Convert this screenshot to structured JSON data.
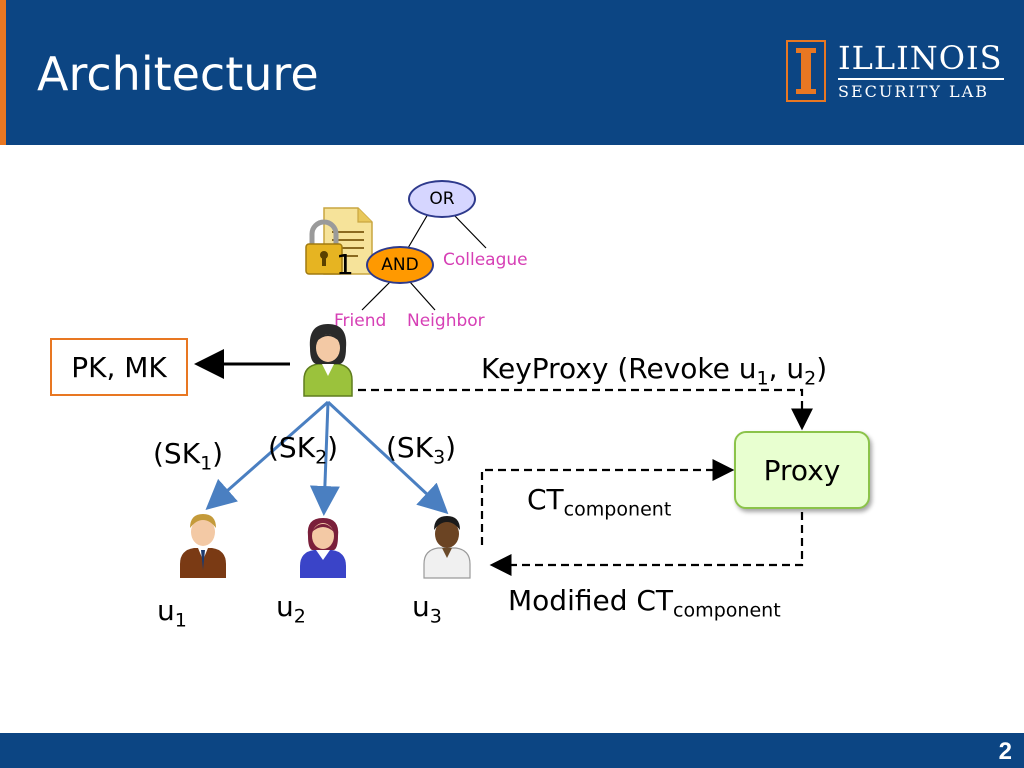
{
  "slide": {
    "title": "Architecture",
    "page_number": "2",
    "logo": {
      "line1": "ILLINOIS",
      "line2": "SECURITY LAB"
    }
  },
  "tree": {
    "root": "OR",
    "and_node": "AND",
    "colleague": "Colleague",
    "friend": "Friend",
    "neighbor": "Neighbor",
    "lock_index": "1"
  },
  "keys": {
    "label": "PK, MK"
  },
  "proxy": {
    "label": "Proxy"
  },
  "keyproxy": {
    "prefix": "KeyProxy (Revoke u",
    "sub1": "1",
    "mid": ", u",
    "sub2": "2",
    "suffix": ")"
  },
  "ct": {
    "base": "CT",
    "sub": "component"
  },
  "modified_ct": {
    "base": "Modified CT",
    "sub": "component"
  },
  "secret_keys": [
    {
      "base": "(SK",
      "sub": "1",
      "close": ")"
    },
    {
      "base": "(SK",
      "sub": "2",
      "close": ")"
    },
    {
      "base": "(SK",
      "sub": "3",
      "close": ")"
    }
  ],
  "users": [
    {
      "base": "u",
      "sub": "1"
    },
    {
      "base": "u",
      "sub": "2"
    },
    {
      "base": "u",
      "sub": "3"
    }
  ],
  "colors": {
    "header": "#0c4583",
    "accent": "#e87722",
    "or_node": "#d6d6ff",
    "and_node": "#ff9900",
    "policy_text": "#d63fb5",
    "arrow_blue": "#4a7fc1",
    "proxy_fill": "#e8ffd0"
  }
}
